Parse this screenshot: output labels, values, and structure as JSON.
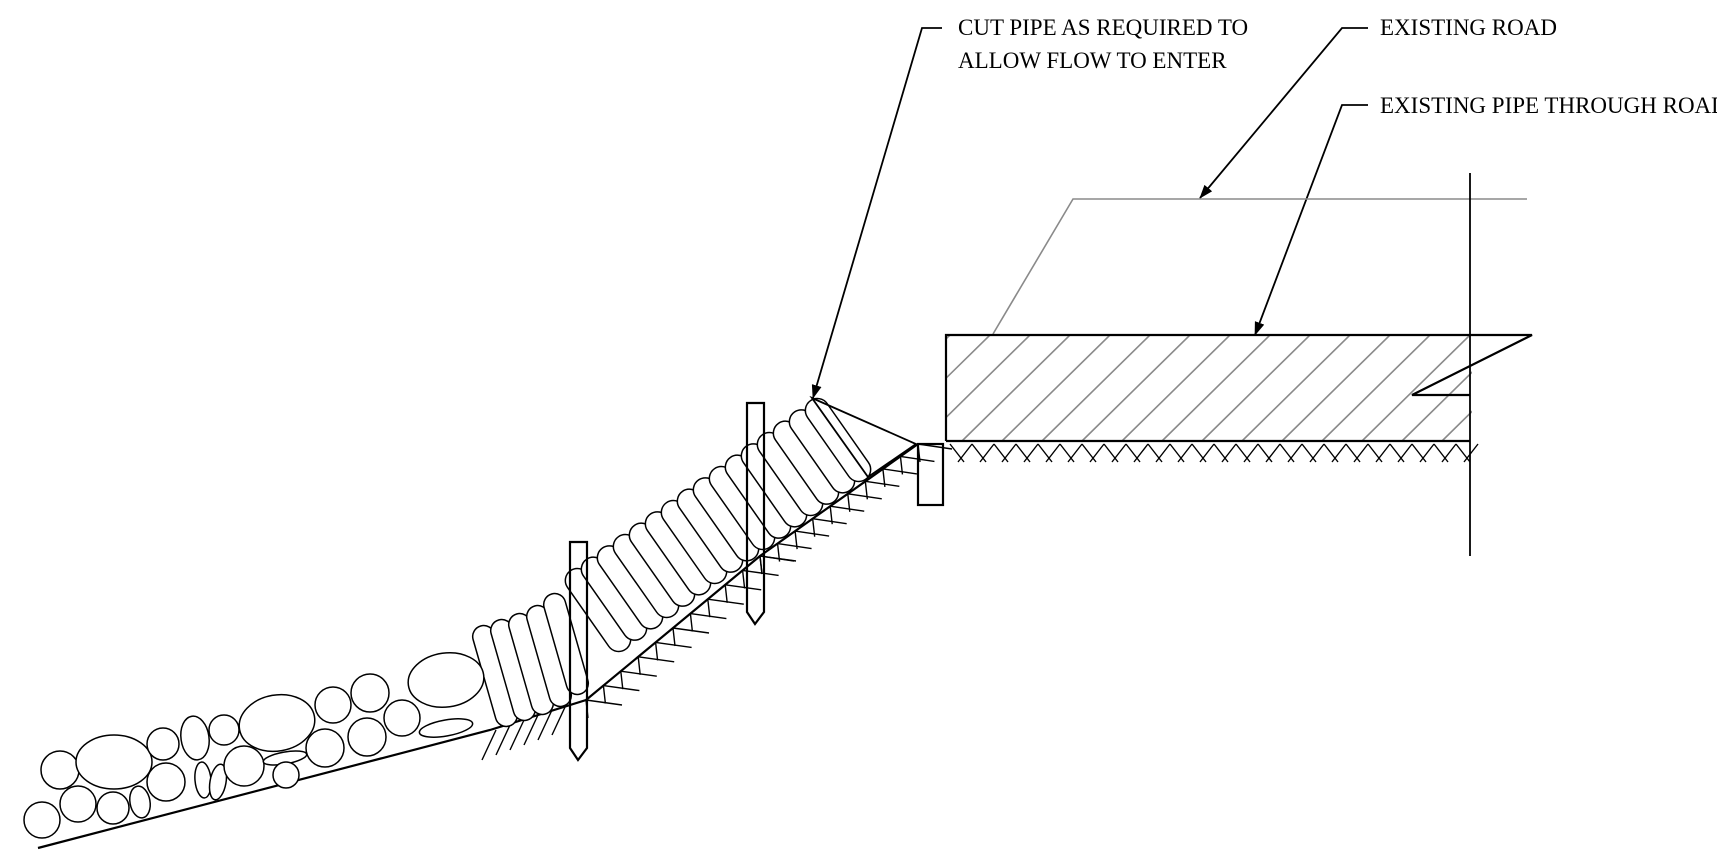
{
  "labels": {
    "cut_pipe_line1": "CUT PIPE AS REQUIRED TO",
    "cut_pipe_line2": "ALLOW FLOW TO ENTER",
    "existing_road": "EXISTING ROAD",
    "existing_pipe": "EXISTING PIPE THROUGH ROAD"
  }
}
